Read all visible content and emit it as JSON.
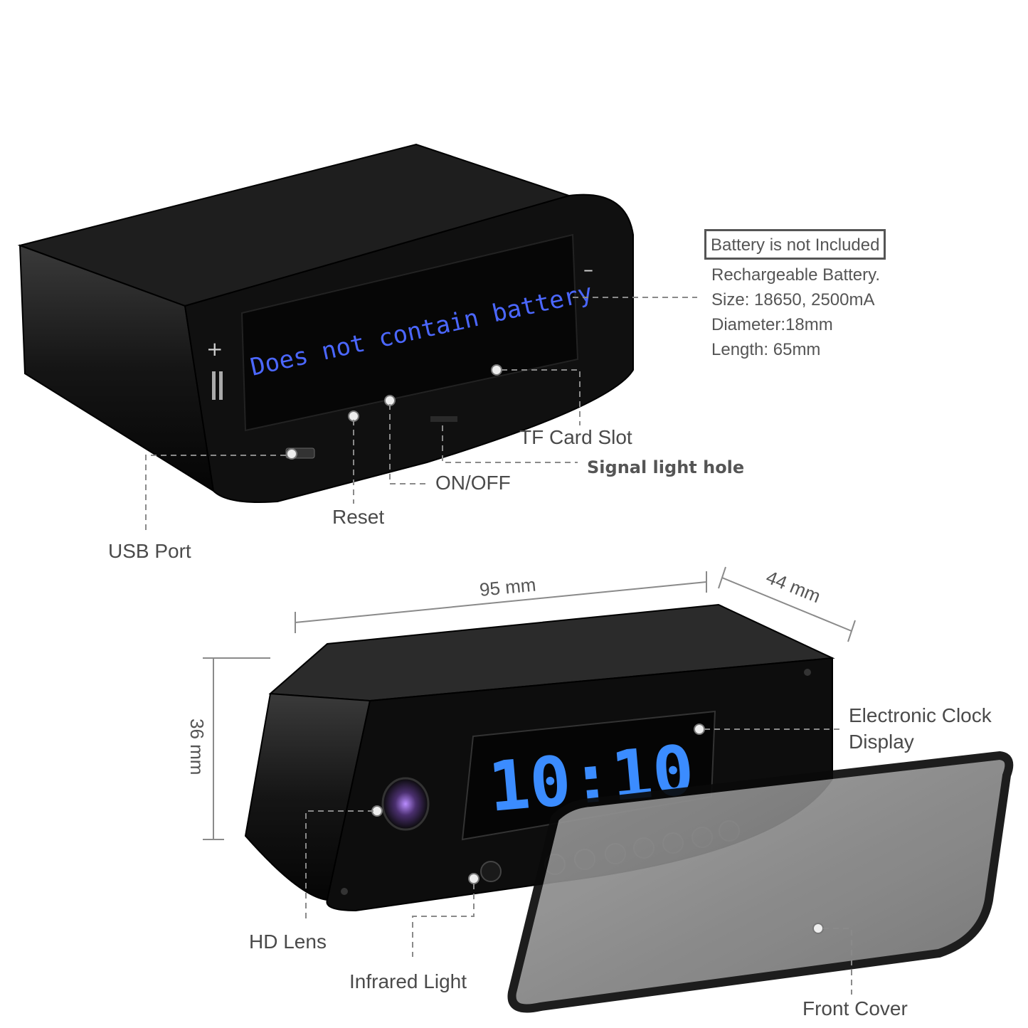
{
  "battery_box": {
    "title": "Battery is not Included"
  },
  "battery_specs": [
    "Rechargeable Battery.",
    "Size: 18650, 2500mA",
    "Diameter:18mm",
    "Length: 65mm"
  ],
  "lcd_message": "Does not contain battery",
  "clock_display_time": "10:10",
  "polarity": {
    "plus": "+",
    "minus": "–"
  },
  "labels": {
    "tf_card_slot": "TF Card Slot",
    "signal_light_hole": "Signal light hole",
    "on_off": "ON/OFF",
    "reset": "Reset",
    "usb_port": "USB Port",
    "electronic_clock_line1": "Electronic Clock",
    "electronic_clock_line2": "Display",
    "hd_lens": "HD Lens",
    "infrared_light": "Infrared Light",
    "front_cover": "Front Cover"
  },
  "dimensions": {
    "width": "95 mm",
    "depth": "44 mm",
    "height": "36 mm"
  },
  "colors": {
    "device_body": "#111111",
    "lcd_text": "#4b67ff",
    "clock_digits": "#3b8cff",
    "label_text": "#4a4a4a",
    "leader_line": "#8a8a8a"
  }
}
